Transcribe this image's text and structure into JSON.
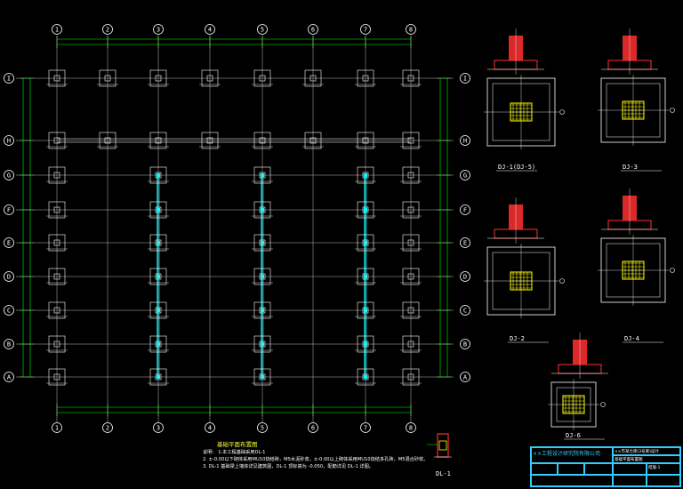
{
  "columns": [
    "1",
    "2",
    "3",
    "4",
    "5",
    "6",
    "7",
    "8"
  ],
  "rows": [
    "I",
    "H",
    "G",
    "F",
    "E",
    "D",
    "C",
    "B",
    "A"
  ],
  "detail_labels": {
    "dj1": "DJ-1(DJ-5)",
    "dj3": "DJ-3",
    "dj2": "DJ-2",
    "dj4": "DJ-4",
    "dj6": "DJ-6",
    "dl1": "DL-1"
  },
  "notes": {
    "title": "基础平面布置图",
    "lines": [
      "说明： 1.本工程基础采用DL-1",
      "2. ±-0.00以下砌体采用MU10烧结砖，M5水泥砂浆，±-0.00以上砌体采用MU10烧结多孔砖，M5混合砂浆。",
      "3. DL-1 基础梁上墙体详见建筑图，DL-1 顶标高为 -0.050，配筋详见 DL-1 详图。"
    ]
  },
  "title_block": {
    "project": "××市某仓库(3号库)设计",
    "drawing": "基础平面布置图",
    "sheet": "结施-1",
    "company": "××工程设计研究院有限公司"
  },
  "colors": {
    "grid": "#ffffff",
    "axis": "#00ff00",
    "column": "#00ffff",
    "rebar": "#ffff00",
    "pier": "#ff3030",
    "text": "#ffffff"
  }
}
